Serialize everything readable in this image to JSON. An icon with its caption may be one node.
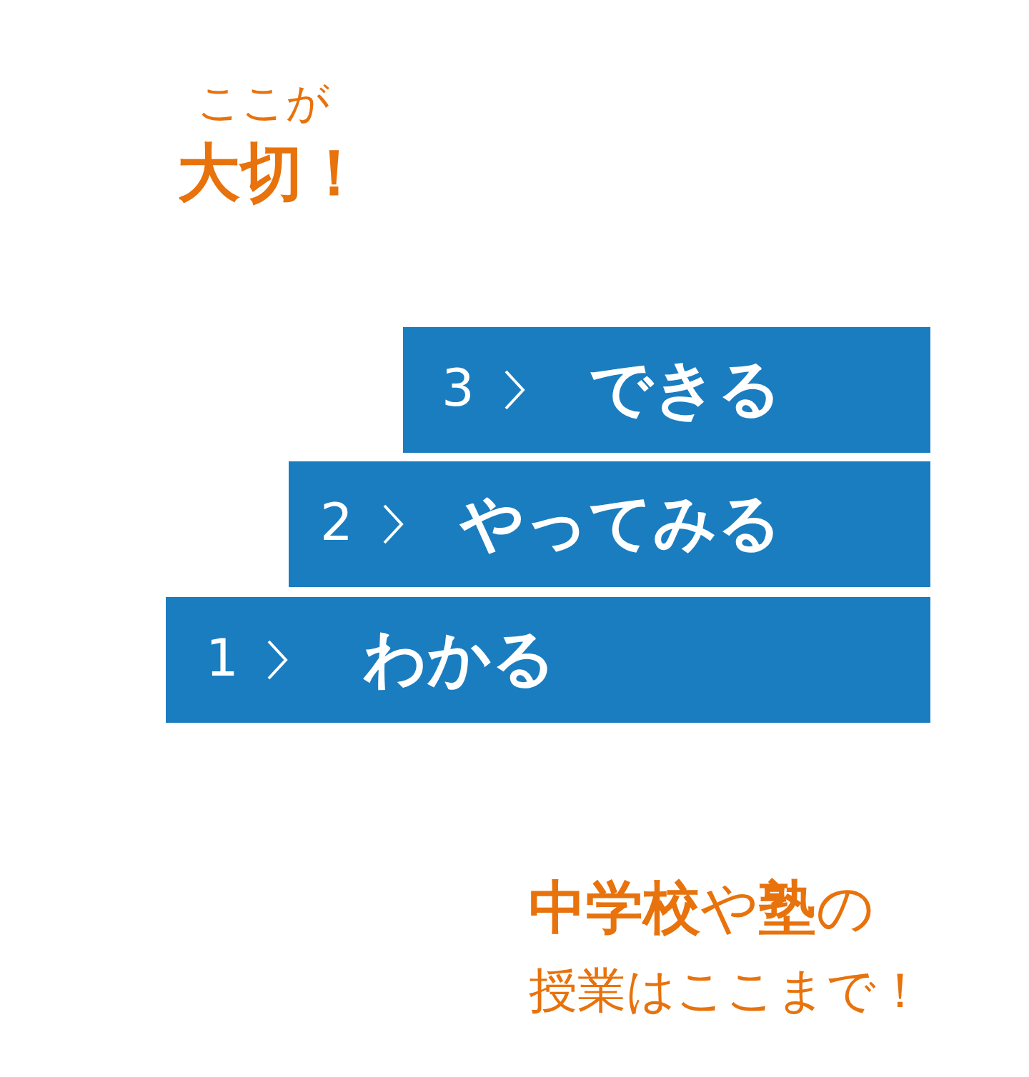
{
  "diagram": {
    "nodes": [
      {
        "text": [
          "3",
          "できる"
        ]
      },
      {
        "text": [
          "2",
          "やってみる"
        ]
      },
      {
        "text": [
          "1",
          "わかる"
        ]
      }
    ],
    "labels": [
      "ここが",
      "大切！",
      "**中学校**や**塾**の",
      "授業はここまで！"
    ]
  }
}
